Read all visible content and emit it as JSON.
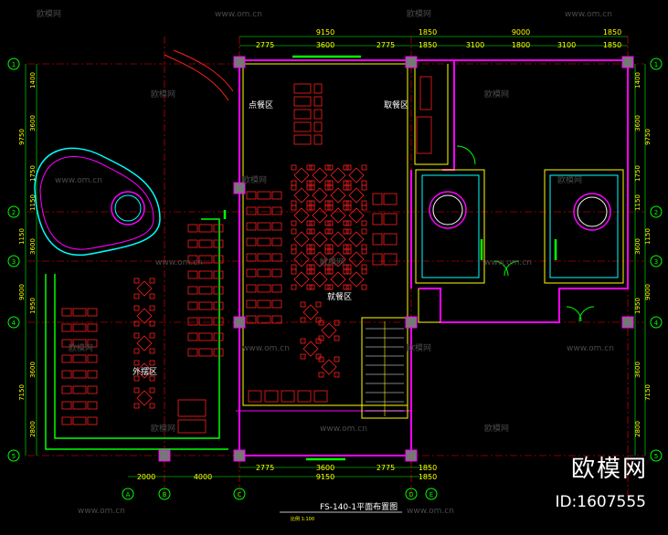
{
  "plan_title": "FS-140-1平面布置图",
  "scale_text": "比例 1:100",
  "watermark": {
    "site": "www.om.cn",
    "logo": "欧模网"
  },
  "brand": {
    "name": "欧模网",
    "id": "ID:1607555"
  },
  "zones": {
    "dining_point": "点餐区",
    "pickup": "取餐区",
    "dining": "就餐区",
    "outdoor": "外摆区"
  },
  "top_dims_row1": [
    "9150",
    "1850",
    "9000",
    "1850"
  ],
  "top_dims_row2": [
    "2775",
    "3600",
    "2775",
    "1850",
    "3100",
    "1800",
    "3100",
    "1850"
  ],
  "bottom_dims_row1": [
    "2000",
    "4000",
    "9150",
    "1850"
  ],
  "bottom_dims_row2": [
    "2775",
    "3600",
    "2775",
    "1850"
  ],
  "left_dims_outer": [
    "9750",
    "1150",
    "9000",
    "7150"
  ],
  "left_dims_inner": [
    "1400",
    "3600",
    "1750",
    "1150",
    "3600",
    "1950",
    "3600",
    "2800"
  ],
  "right_dims_outer": [
    "9750",
    "1150",
    "9000",
    "7150"
  ],
  "right_dims_inner": [
    "1400",
    "3600",
    "1750",
    "1150",
    "3600",
    "1950",
    "3600",
    "2800"
  ],
  "grid_rows": [
    "1",
    "2",
    "3",
    "4",
    "5"
  ],
  "grid_cols": [
    "A",
    "B",
    "C",
    "D",
    "E"
  ],
  "colors": {
    "wall": "#ff00ff",
    "table": "#ff2020",
    "green": "#00ff00",
    "yellow": "#ffff00",
    "cyan": "#00ffff",
    "white": "#ffffff",
    "grid": "#ff0000"
  }
}
